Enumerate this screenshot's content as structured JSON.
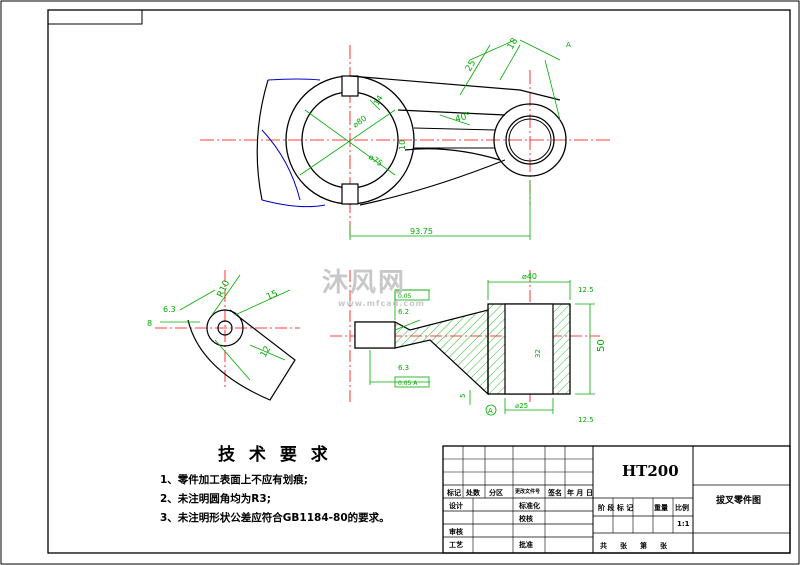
{
  "drawing": {
    "material": "HT200",
    "part_name": "拔叉零件图",
    "scale": "1:1"
  },
  "technical_requirements": {
    "title": "技 术 要 求",
    "items": [
      "1、零件加工表面上不应有划痕;",
      "2、未注明圆角均为R3;",
      "3、未注明形状公差应符合GB1184-80的要求。"
    ]
  },
  "title_block": {
    "row_labels": [
      "标记",
      "处数",
      "分区",
      "更改文件号",
      "签名",
      "年 月 日"
    ],
    "design": "设计",
    "standardize": "标准化",
    "audit": "审核",
    "process": "工艺",
    "check": "校核",
    "approve": "批准",
    "stage_labels": [
      "阶 段 标 记",
      "重量",
      "比例"
    ],
    "sheets": "共　张　第　张"
  },
  "dimensions": {
    "top_view": [
      "25",
      "18",
      "40°",
      "93.75",
      "⌀75",
      "⌀80",
      "10",
      "14",
      "A"
    ],
    "left_view": [
      "R10",
      "15",
      "12",
      "6.3",
      "8"
    ],
    "section": [
      "⌀40",
      "50",
      "12.5",
      "⌀25",
      "6.2",
      "6.3",
      "5",
      "32",
      "A"
    ],
    "tolerances": [
      "0.05",
      "0.05 A"
    ]
  },
  "watermark": {
    "text": "沐风网",
    "url": "www.mfcad.com"
  },
  "colors": {
    "outline": "#000000",
    "center_line": "#ff0000",
    "dimension": "#00aa00",
    "hidden": "#0000cc"
  }
}
